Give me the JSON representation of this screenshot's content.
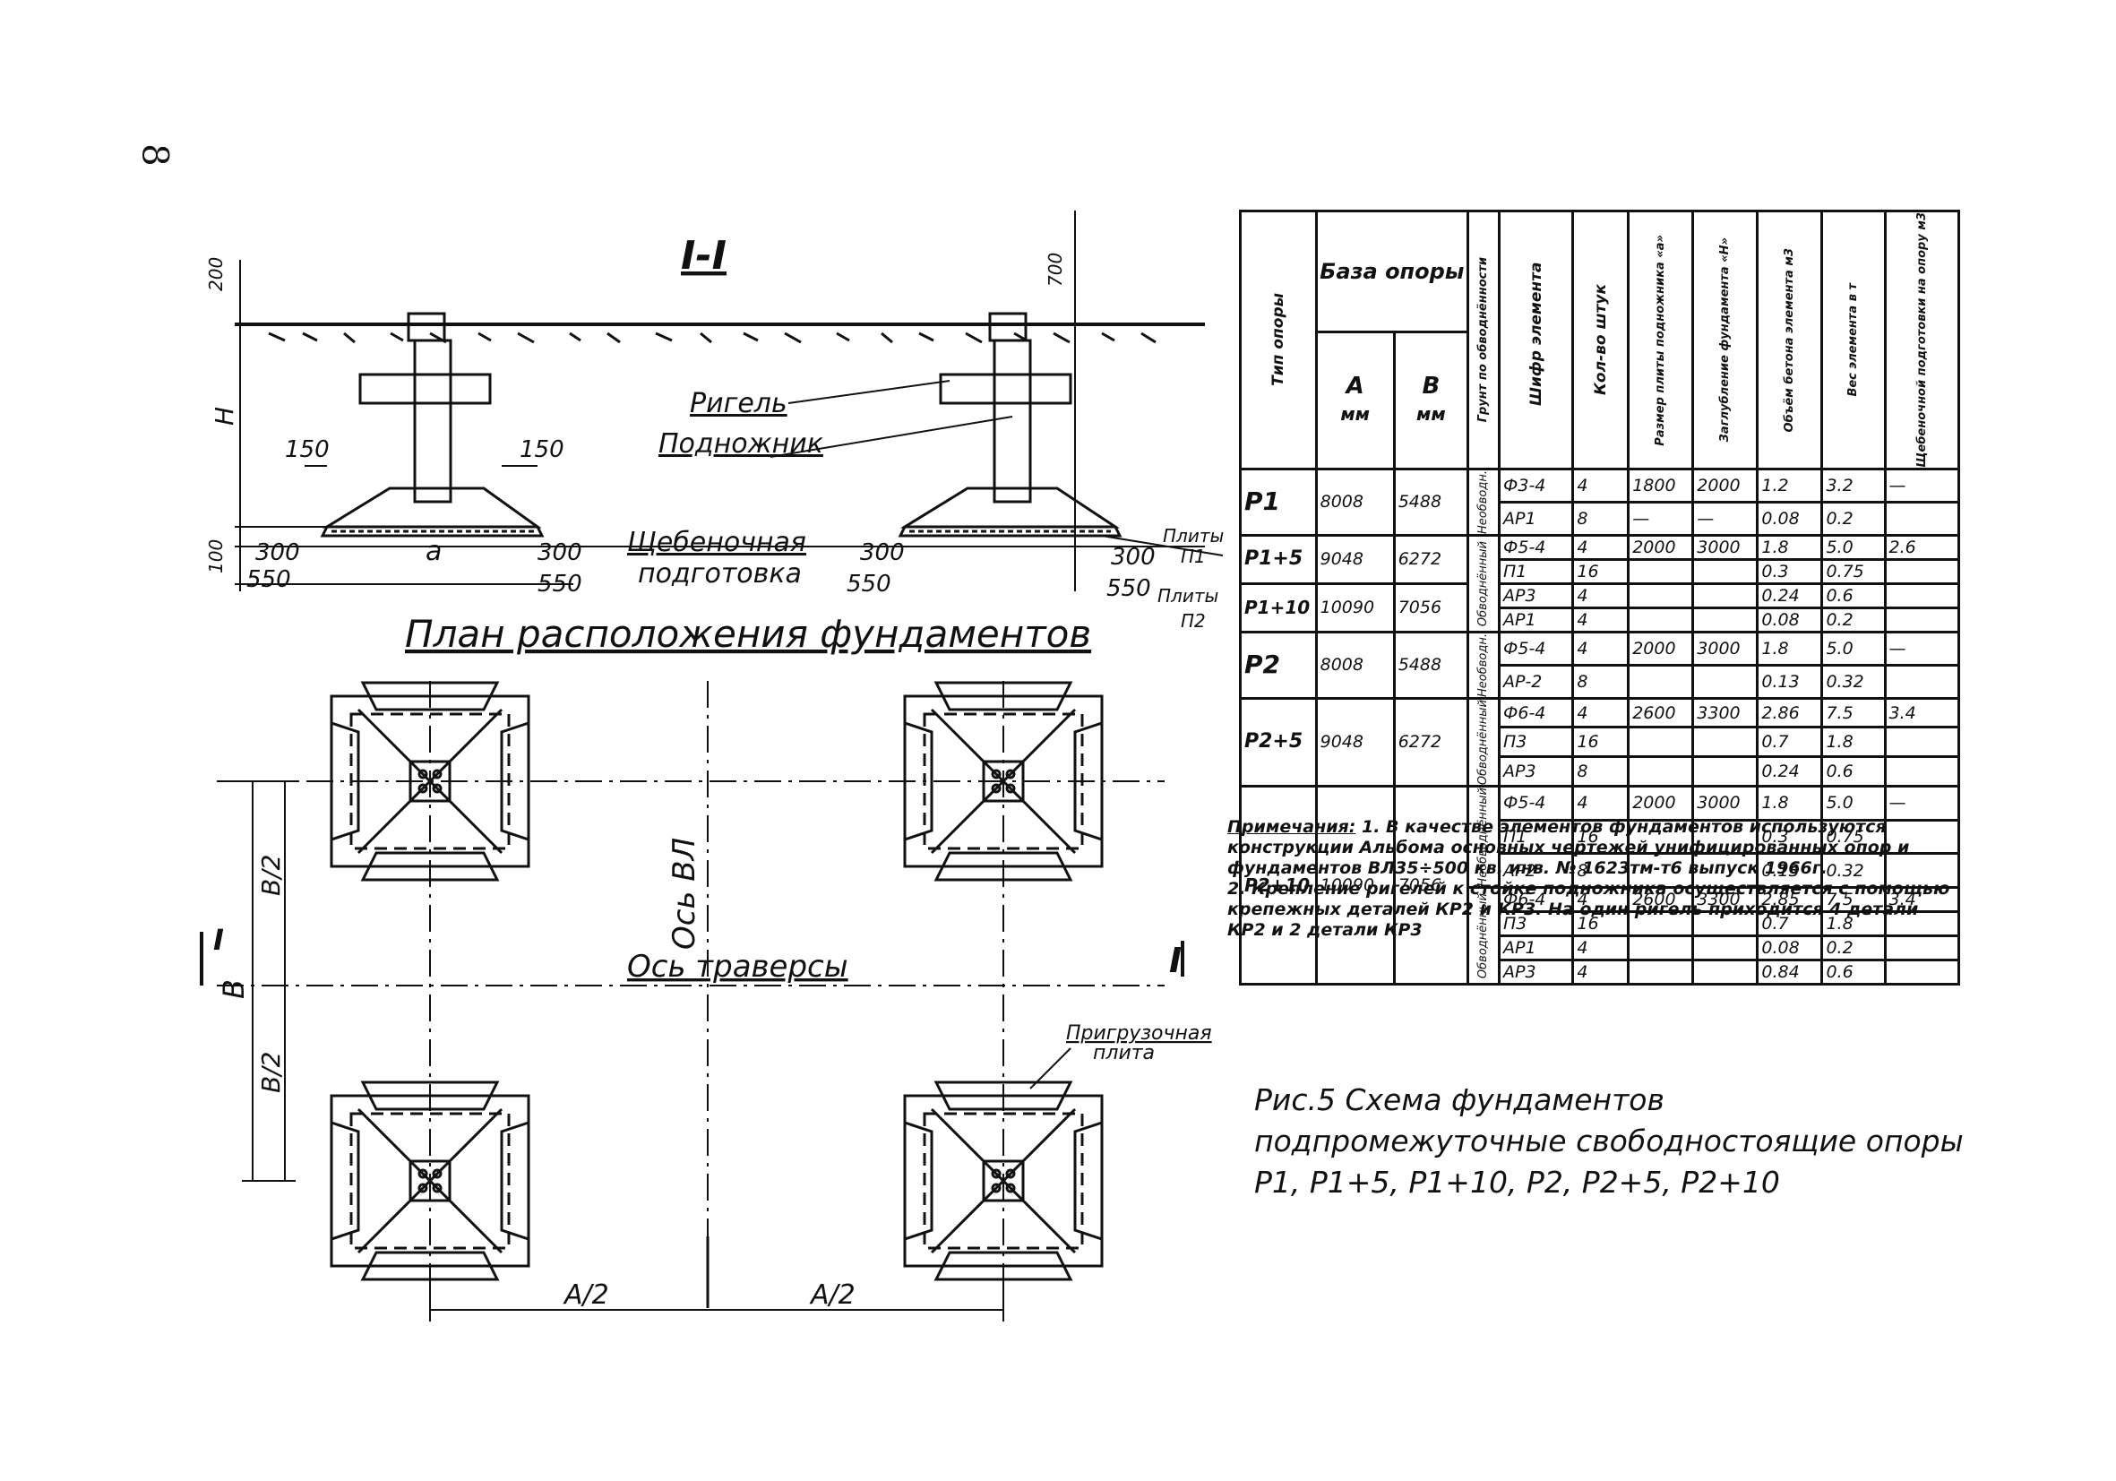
{
  "page_number": "8",
  "section": {
    "title": "I-I",
    "dims": {
      "top_left": "200",
      "top_right": "700",
      "h": "H",
      "bottom_left": "100",
      "d150_left": "150",
      "d150_right": "150",
      "a": "a",
      "d300_1": "300",
      "d550_1": "550",
      "d300_2": "300",
      "d550_2": "550",
      "d300_3": "300",
      "d550_3": "550",
      "d300_4": "300",
      "d550_4": "550"
    },
    "labels": {
      "rigel": "Ригель",
      "podnozhnik": "Подножник",
      "gravel1": "Щебеночная",
      "gravel2": "подготовка",
      "plity_p1_a": "Плиты",
      "plity_p1_b": "П1",
      "plity_p2_a": "Плиты",
      "plity_p2_b": "П2"
    }
  },
  "plan": {
    "title": "План расположения фундаментов",
    "axis_traverse": "Ось траверсы",
    "axis_vl": "Ось ВЛ",
    "pregruz1": "Пригрузочная",
    "pregruz2": "плита",
    "b_half_top": "В/2",
    "b_half_bottom": "В/2",
    "b": "В",
    "a_half_left": "А/2",
    "a_half_right": "А/2",
    "sec_mark_left": "I",
    "sec_mark_right": "I"
  },
  "table": {
    "headers": {
      "type": "Тип опоры",
      "base": "База опоры",
      "a": "А",
      "a_unit": "мм",
      "b": "В",
      "b_unit": "мм",
      "ground": "Грунт по обводнённости",
      "cipher": "Шифр элемента",
      "qty": "Кол-во штук",
      "plate_size": "Размер плиты подножника «а»",
      "depth": "Заглубление фундамента «Н»",
      "volume": "Объём бетона элемента м3",
      "weight": "Вес элемента в т",
      "gravel": "Щебеночной подготовки на опору м3"
    },
    "row_labels": {
      "p1": "Р1",
      "p1_5": "Р1+5",
      "p1_10": "Р1+10",
      "p2": "Р2",
      "p2_5": "Р2+5",
      "p2_10": "Р2+10"
    },
    "base_vals": {
      "p1_a": "8008",
      "p1_b": "5488",
      "p1_5_a": "9048",
      "p1_5_b": "6272",
      "p1_10_a": "10090",
      "p1_10_b": "7056",
      "p2_a": "8008",
      "p2_b": "5488",
      "p2_5_a": "9048",
      "p2_5_b": "6272",
      "p2_10_a": "10090",
      "p2_10_b": "7056"
    },
    "ground_labels": {
      "g1": "Необводн.",
      "g2": "Обводнённый",
      "g3": "Необводн.",
      "g4": "Обводнённый",
      "g5": "Необводнённый",
      "g6": "Обводнённый"
    },
    "rows": [
      {
        "cipher": "Ф3-4",
        "qty": "4",
        "size": "1800",
        "depth": "2000",
        "vol": "1.2",
        "wt": "3.2",
        "gr": "—"
      },
      {
        "cipher": "АР1",
        "qty": "8",
        "size": "—",
        "depth": "—",
        "vol": "0.08",
        "wt": "0.2",
        "gr": ""
      },
      {
        "cipher": "Ф5-4",
        "qty": "4",
        "size": "2000",
        "depth": "3000",
        "vol": "1.8",
        "wt": "5.0",
        "gr": "2.6"
      },
      {
        "cipher": "П1",
        "qty": "16",
        "size": "",
        "depth": "",
        "vol": "0.3",
        "wt": "0.75",
        "gr": ""
      },
      {
        "cipher": "АР3",
        "qty": "4",
        "size": "",
        "depth": "",
        "vol": "0.24",
        "wt": "0.6",
        "gr": ""
      },
      {
        "cipher": "АР1",
        "qty": "4",
        "size": "",
        "depth": "",
        "vol": "0.08",
        "wt": "0.2",
        "gr": ""
      },
      {
        "cipher": "Ф5-4",
        "qty": "4",
        "size": "2000",
        "depth": "3000",
        "vol": "1.8",
        "wt": "5.0",
        "gr": "—"
      },
      {
        "cipher": "АР-2",
        "qty": "8",
        "size": "",
        "depth": "",
        "vol": "0.13",
        "wt": "0.32",
        "gr": ""
      },
      {
        "cipher": "Ф6-4",
        "qty": "4",
        "size": "2600",
        "depth": "3300",
        "vol": "2.86",
        "wt": "7.5",
        "gr": "3.4"
      },
      {
        "cipher": "П3",
        "qty": "16",
        "size": "",
        "depth": "",
        "vol": "0.7",
        "wt": "1.8",
        "gr": ""
      },
      {
        "cipher": "АР3",
        "qty": "8",
        "size": "",
        "depth": "",
        "vol": "0.24",
        "wt": "0.6",
        "gr": ""
      },
      {
        "cipher": "Ф5-4",
        "qty": "4",
        "size": "2000",
        "depth": "3000",
        "vol": "1.8",
        "wt": "5.0",
        "gr": "—"
      },
      {
        "cipher": "П1",
        "qty": "16",
        "size": "",
        "depth": "",
        "vol": "0.3",
        "wt": "0.75",
        "gr": ""
      },
      {
        "cipher": "АР2",
        "qty": "8",
        "size": "",
        "depth": "",
        "vol": "0.13",
        "wt": "0.32",
        "gr": ""
      },
      {
        "cipher": "Ф6-4",
        "qty": "4",
        "size": "2600",
        "depth": "3300",
        "vol": "2.85",
        "wt": "7.5",
        "gr": "3.4"
      },
      {
        "cipher": "П3",
        "qty": "16",
        "size": "",
        "depth": "",
        "vol": "0.7",
        "wt": "1.8",
        "gr": ""
      },
      {
        "cipher": "АР1",
        "qty": "4",
        "size": "",
        "depth": "",
        "vol": "0.08",
        "wt": "0.2",
        "gr": ""
      },
      {
        "cipher": "АР3",
        "qty": "4",
        "size": "",
        "depth": "",
        "vol": "0.84",
        "wt": "0.6",
        "gr": ""
      }
    ]
  },
  "notes": {
    "heading": "Примечания:",
    "n1": "1. В качестве элементов фундаментов используются конструкции Альбома основных чертежей унифицированных опор и фундаментов ВЛ35÷500 кв. инв. № 1623тм-т6 выпуск 1966г.",
    "n2": "2. Крепление ригелей к стойке подножника осуществляется с помощью крепежных деталей КР2 и КР3. На один ригель приходится 4 детали КР2 и 2 детали КР3"
  },
  "caption": "Рис.5 Схема фундаментов подпромежуточные свободностоящие опоры Р1, Р1+5, Р1+10, Р2, Р2+5, Р2+10"
}
